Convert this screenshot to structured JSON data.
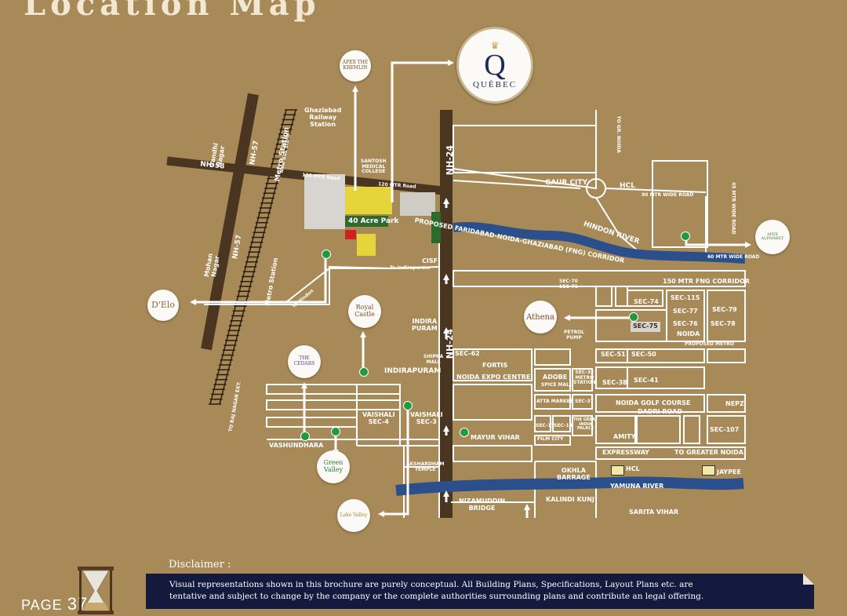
{
  "header": {
    "title": "Location Map"
  },
  "map": {
    "projects": {
      "quebec": "QUÈBEC",
      "kremlin": "APEX THE KREMLIN",
      "dlo": "D'Elo",
      "royal_castle": "Royal Castle",
      "athena": "Athena",
      "alphabet": "APEX ALPHABET",
      "cedars": "THE CEDARS",
      "green_valley": "Green Valley",
      "bayhawk": "Lake Valley"
    },
    "roads": {
      "nh58": "NH-58",
      "nh57_top": "NH-57",
      "nh57_mid": "NH-57",
      "nh24_top": "NH-24",
      "nh24_mid": "NH-24",
      "road_120a": "120 MTR Road",
      "road_120b": "120 MTR Road",
      "fng": "PROPOSED FARIDABAD-NOIDA-GHAZIABAD (FNG) CORRIDOR",
      "fng150": "150 MTR FNG CORRIDOR",
      "road_90": "90 MTR WIDE ROAD",
      "road_45": "45 MTR WIDE ROAD",
      "road_60": "60 MTR WIDE ROAD",
      "to_gr_noida": "TO GR. NOIDA",
      "expressway": "EXPRESSWAY",
      "to_greater_noida": "TO GREATER NOIDA",
      "to_indirapuram": "To Indirapuram",
      "to_hindon": "To Hindon",
      "to_rajnagar": "TO RAJ NAGAR EXT.",
      "proposed_metro": "PROPOSED METRO"
    },
    "rivers": {
      "hindon": "HINDON RIVER",
      "yamuna": "YAMUNA RIVER"
    },
    "places": {
      "gandhi_nagar": "Gandhi\nNagar",
      "mohan_nagar": "Mohan\nNagar",
      "metro_station_top": "Metro Station",
      "new_bus_stand": "New Bus Stand",
      "metro_station_mid": "Metro Station",
      "ghaziabad_railway": "Ghaziabad\nRailway\nStation",
      "santosh": "SANTOSH\nMEDICAL\nCOLLEGE",
      "acre_park": "40 Acre Park",
      "cisf": "CISF",
      "indira_puram_label": "INDIRA\nPURAM",
      "indirapuram": "INDIRAPURAM",
      "shipra_mall": "SHIPRA\nMALL",
      "vaishali4": "VAISHALI\nSEC-4",
      "vaishali3": "VAISHALI\nSEC-3",
      "vashundhara": "VASHUNDHARA",
      "akshardham": "AKSHARDHAM\nTEMPLE",
      "nizamuddin": "NIZAMUDDIN\nBRIDGE",
      "kalindi": "KALINDI KUNJ",
      "okhla": "OKHLA\nBARRAGE",
      "sarita_vihar": "SARITA VIHAR",
      "mayur_vihar": "MAYUR VIHAR",
      "fortis": "FORTIS",
      "noida_expo": "NOIDA EXPO CENTRE",
      "sec62": "SEC-62",
      "adobe": "ADOBE",
      "spice_mall": "SPICE MALL",
      "sec32": "SEC-32\nMETRO\nSTATION",
      "atta_market": "ATTA MARKET",
      "sec37": "SEC-37",
      "sec17": "SEC-17",
      "sec18": "SEC-18",
      "great_india": "THE GREAT\nINDIA\nPALACE",
      "film_city": "FILM CITY",
      "amity": "AMITY",
      "noida_golf": "NOIDA GOLF COURSE",
      "dadri": "DADRI ROAD",
      "nepz": "NEPZ",
      "sec107": "SEC-107",
      "sec38": "SEC-38",
      "sec41": "SEC-41",
      "sec51": "SEC-51",
      "sec50": "SEC-50",
      "gaur_city": "GAUR CITY",
      "hcl_top": "HCL",
      "sec7071": "SEC-70\nSEC-71",
      "sec74": "SEC-74",
      "sec75": "SEC-75",
      "sec115": "SEC-115",
      "sec77": "SEC-77",
      "sec76": "SEC-76",
      "noida": "NOIDA",
      "sec79": "SEC-79",
      "sec78": "SEC-78",
      "petrol_pump": "PETROL\nPUMP",
      "hcl_bottom": "HCL",
      "jaypee": "JAYPEE"
    }
  },
  "disclaimer": {
    "title": "Disclaimer :",
    "line1": "Visual representations shown in this brochure are purely conceptual. All Building Plans, Specifications, Layout Plans etc. are",
    "line2": "tentative and subject to change by the company or the complete authorities  surrounding plans and contribute an legal offering."
  },
  "footer": {
    "page_label": "PAGE",
    "page_number": "37"
  },
  "colors": {
    "background": "#a88a58",
    "road_dark": "#4a3520",
    "grid": "#ffffff",
    "marker": "#1f9a3d",
    "disclaimer_bg": "#141a3d",
    "river": "#2b4f8a"
  }
}
